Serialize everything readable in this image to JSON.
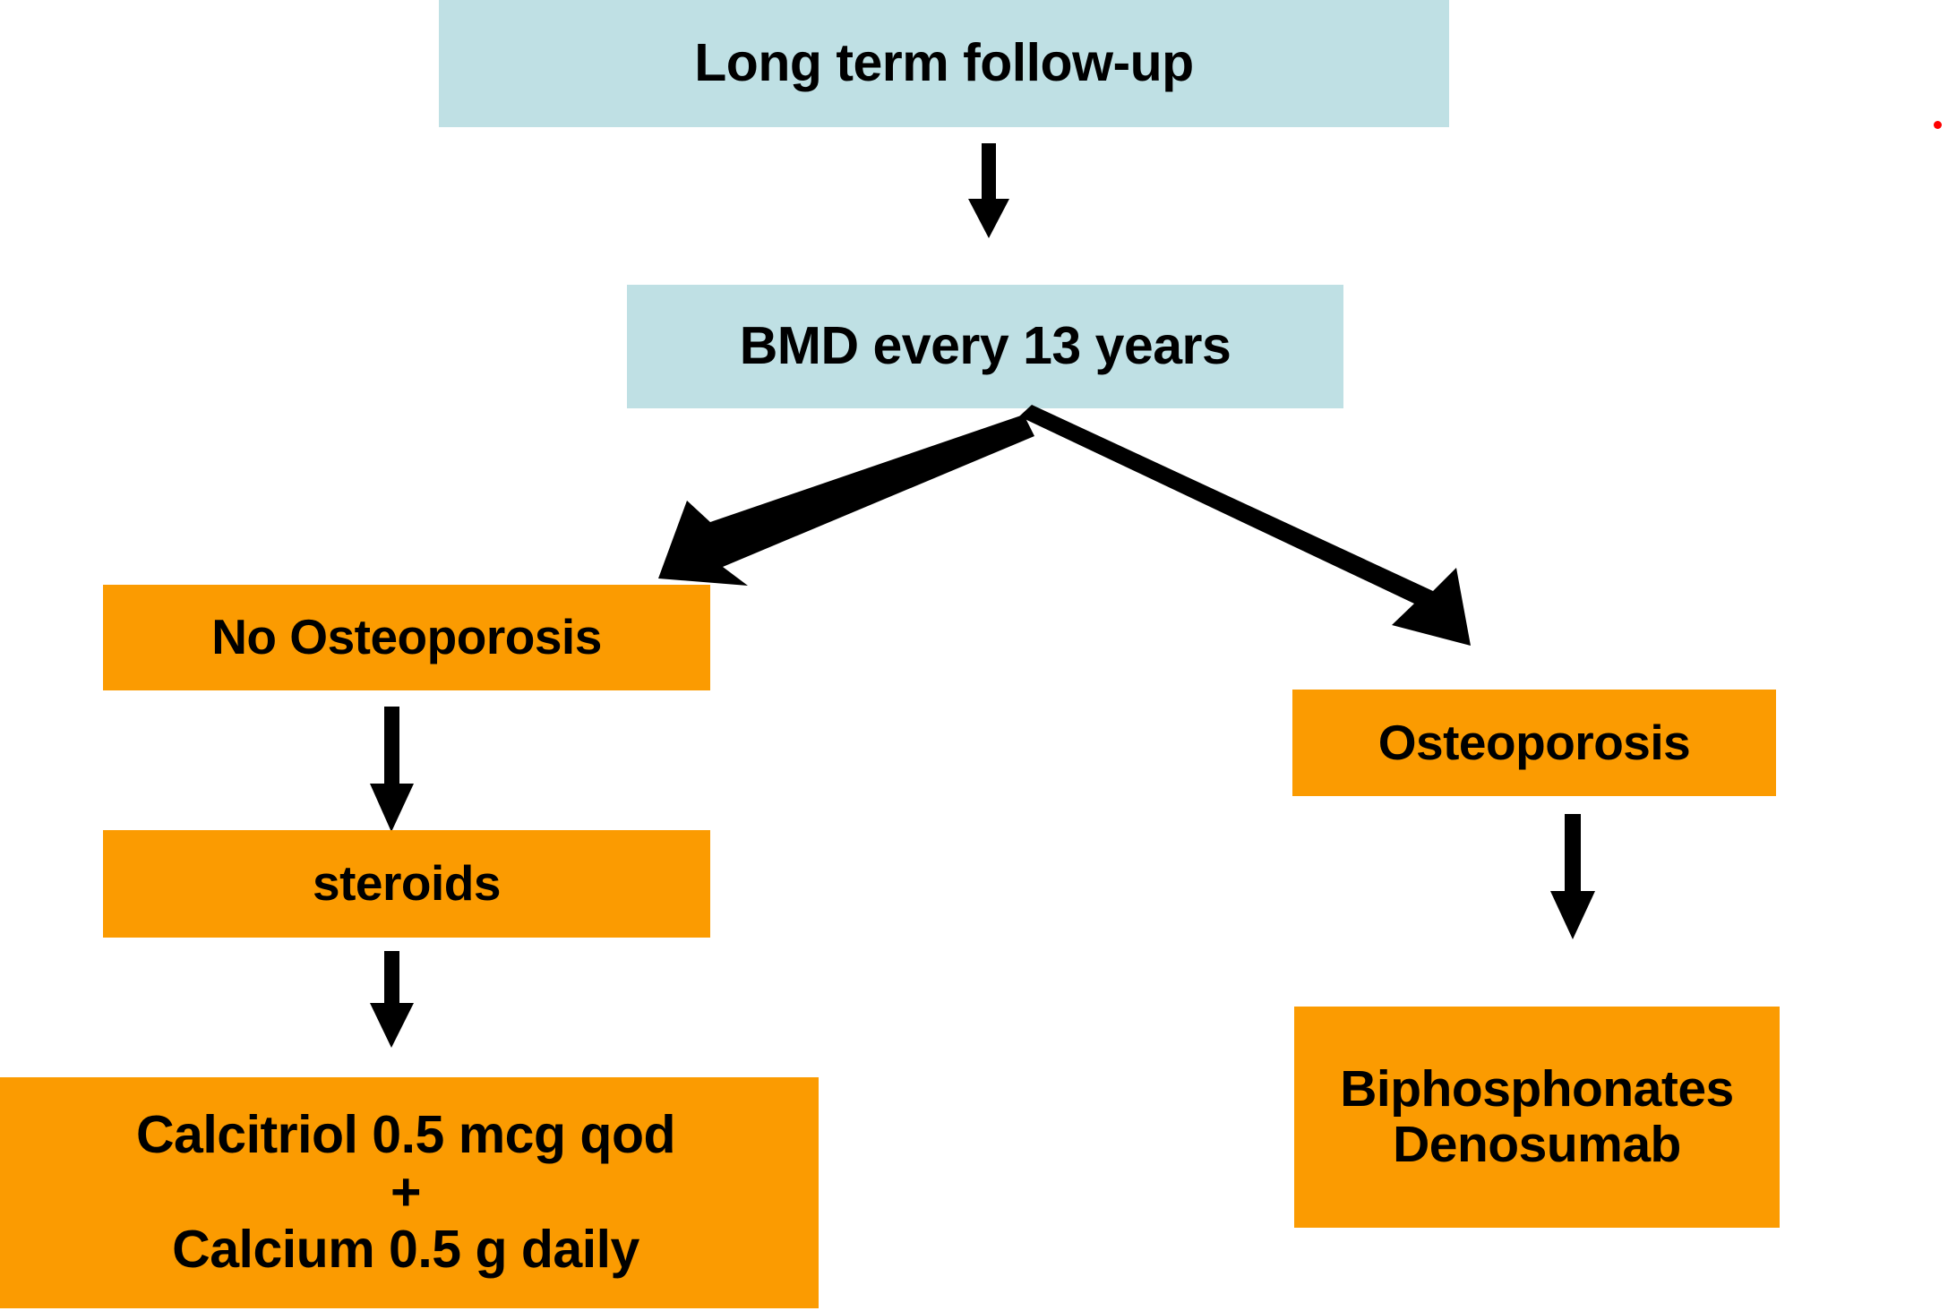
{
  "diagram": {
    "title_text": "Long term follow-up",
    "background_color": "#ffffff",
    "palette": {
      "teal_box": "#bfe0e4",
      "orange_box": "#fb9b01",
      "arrow": "#000000",
      "text": "#000000",
      "marker_dot": "#fe0000"
    },
    "nodes": [
      {
        "id": "long-term-follow-up",
        "label": "Long term follow-up",
        "color": "#bfe0e4",
        "shape": "rectangle"
      },
      {
        "id": "bmd-interval",
        "label": "BMD every 13 years",
        "color": "#bfe0e4",
        "shape": "rectangle"
      },
      {
        "id": "no-osteoporosis",
        "label": "No Osteoporosis",
        "color": "#fb9b01",
        "shape": "rectangle"
      },
      {
        "id": "steroids",
        "label": "steroids",
        "color": "#fb9b01",
        "shape": "rectangle"
      },
      {
        "id": "calcitriol-calcium",
        "label": "Calcitriol 0.5 mcg qod\n+\nCalcium 0.5 g daily",
        "color": "#fb9b01",
        "shape": "rectangle"
      },
      {
        "id": "osteoporosis",
        "label": "Osteoporosis",
        "color": "#fb9b01",
        "shape": "rectangle"
      },
      {
        "id": "biphosphonates-denosumab",
        "label": "Biphosphonates\nDenosumab",
        "color": "#fb9b01",
        "shape": "rectangle"
      }
    ],
    "edges": [
      {
        "id": "followup-to-bmd",
        "from": "long-term-follow-up",
        "to": "bmd-interval",
        "style": "solid-arrow",
        "direction": "down"
      },
      {
        "id": "bmd-to-noosteo",
        "from": "bmd-interval",
        "to": "no-osteoporosis",
        "style": "solid-arrow",
        "direction": "down-left"
      },
      {
        "id": "bmd-to-osteo",
        "from": "bmd-interval",
        "to": "osteoporosis",
        "style": "solid-arrow",
        "direction": "down-right"
      },
      {
        "id": "noosteo-to-steroids",
        "from": "no-osteoporosis",
        "to": "steroids",
        "style": "solid-arrow",
        "direction": "down"
      },
      {
        "id": "steroids-to-calcitriol",
        "from": "steroids",
        "to": "calcitriol-calcium",
        "style": "solid-arrow",
        "direction": "down"
      },
      {
        "id": "osteo-to-biphos",
        "from": "osteoporosis",
        "to": "biphosphonates-denosumab",
        "style": "solid-arrow",
        "direction": "down"
      }
    ]
  }
}
